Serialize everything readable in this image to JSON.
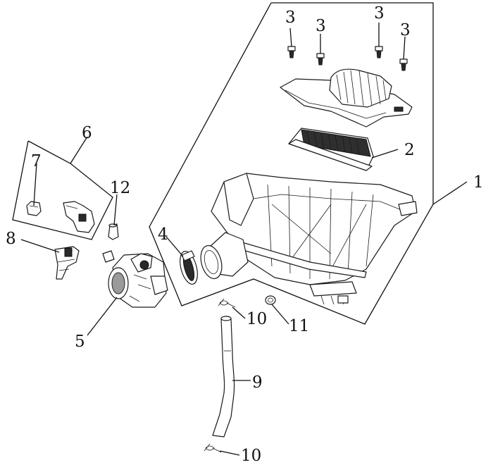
{
  "callouts": {
    "c1": "1",
    "c2": "2",
    "c3a": "3",
    "c3b": "3",
    "c3c": "3",
    "c3d": "3",
    "c4": "4",
    "c5": "5",
    "c6": "6",
    "c7": "7",
    "c8": "8",
    "c9": "9",
    "c10a": "10",
    "c10b": "10",
    "c11": "11",
    "c12": "12"
  }
}
